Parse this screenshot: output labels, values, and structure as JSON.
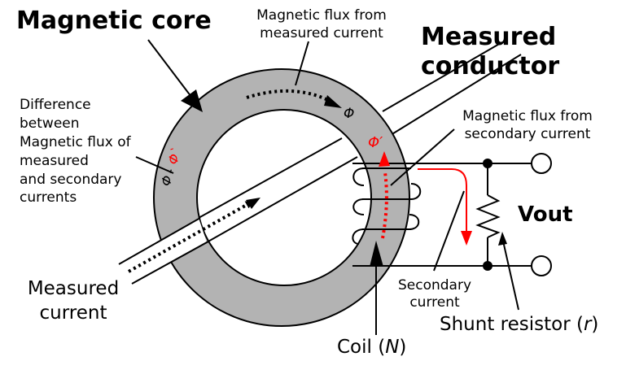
{
  "title": "Current transformer operating principle",
  "colors": {
    "core_fill": "#b3b3b3",
    "line": "#000000",
    "secondary_flux": "#ff0000",
    "background": "#ffffff"
  },
  "labels": {
    "magnetic_core": "Magnetic core",
    "measured_conductor_line1": "Measured",
    "measured_conductor_line2": "conductor",
    "flux_measured_line1": "Magnetic flux from",
    "flux_measured_line2": "measured current",
    "flux_secondary_line1": "Magnetic flux from",
    "flux_secondary_line2": "secondary current",
    "difference_lines": [
      "Difference",
      "between",
      "Magnetic flux of",
      "measured",
      "and secondary",
      "currents"
    ],
    "measured_current_line1": "Measured",
    "measured_current_line2": "current",
    "secondary_current_line1": "Secondary",
    "secondary_current_line2": "current",
    "coil_prefix": "Coil (",
    "coil_symbol": "N",
    "coil_suffix": ")",
    "shunt_prefix": "Shunt resistor (",
    "shunt_symbol": "r",
    "shunt_suffix": ")",
    "vout": "Vout",
    "phi": "Φ",
    "phi_prime": "Φ′",
    "phi_diff_phi": "Φ",
    "phi_diff_minus": "-",
    "phi_diff_prime": "Φ`"
  }
}
